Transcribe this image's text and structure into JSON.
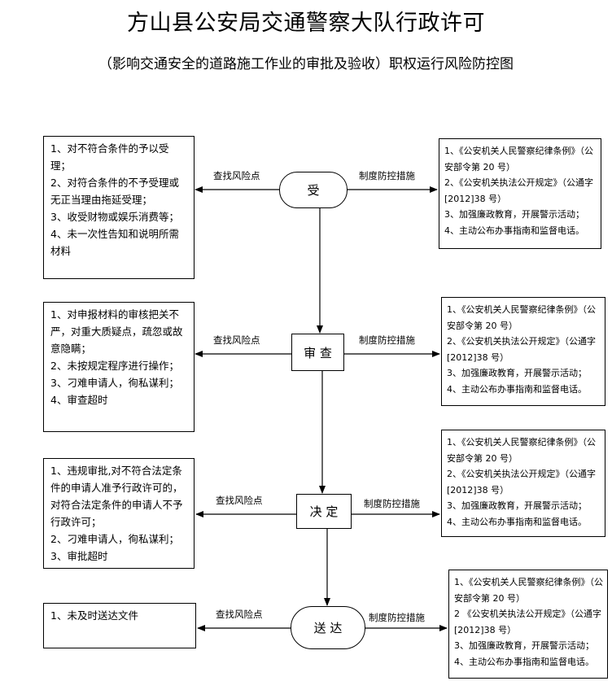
{
  "title": "方山县公安局交通警察大队行政许可",
  "subtitle": "（影响交通安全的道路施工作业的审批及验收）职权运行风险防控图",
  "nodes": [
    {
      "label": "受"
    },
    {
      "label": "审 查"
    },
    {
      "label": "决 定"
    },
    {
      "label": "送 达"
    }
  ],
  "labels": {
    "risk_point": "查找风险点",
    "control_measure": "制度防控措施"
  },
  "risks": [
    [
      "1、对不符合条件的予以受理；",
      "2、对符合条件的不予受理或无正当理由拖延受理；",
      "3、收受财物或娱乐消费等；",
      "4、未一次性告知和说明所需材料"
    ],
    [
      "1、对申报材料的审核把关不严，对重大质疑点，疏忽或故意隐瞒；",
      "2、未按规定程序进行操作；",
      "3、刁难申请人，徇私谋利；",
      "4、审查超时"
    ],
    [
      "1、违规审批,对不符合法定条件的申请人准予行政许可的，对符合法定条件的申请人不予行政许可；",
      "2、刁难申请人，徇私谋利；",
      "3、审批超时"
    ],
    [
      "1、未及时送达文件"
    ]
  ],
  "measures": [
    [
      "1、《公安机关人民警察纪律条例》（公安部令第 20 号）",
      "2、《公安机关执法公开规定》（公通字[2012]38 号）",
      "3、加强廉政教育，开展警示活动；",
      "4、主动公布办事指南和监督电话。"
    ],
    [
      "1、《公安机关人民警察纪律条例》（公安部令第 20 号）",
      "2、《公安机关执法公开规定》（公通字[2012]38 号）",
      "3、加强廉政教育，开展警示活动；",
      "4、主动公布办事指南和监督电话。"
    ],
    [
      "1、《公安机关人民警察纪律条例》（公安部令第 20 号）",
      "2、《公安机关执法公开规定》（公通字[2012]38 号）",
      "3、加强廉政教育，开展警示活动；",
      "4、主动公布办事指南和监督电话。"
    ],
    [
      "1、《公安机关人民警察纪律条例》（公安部令第 20 号）",
      "2 《公安机关执法公开规定》（公通字[2012]38 号）",
      "3、加强廉政教育，开展警示活动；",
      "4、主动公布办事指南和监督电话。"
    ]
  ]
}
